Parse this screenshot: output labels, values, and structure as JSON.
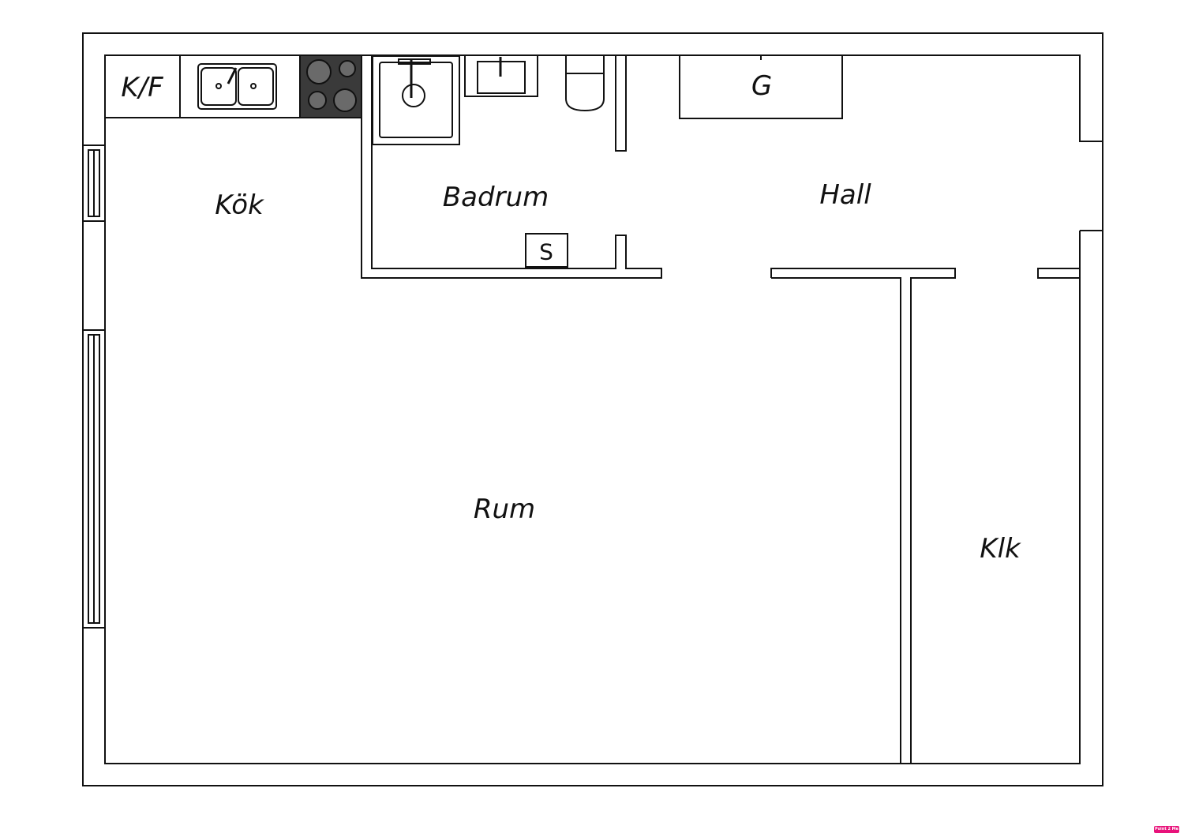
{
  "rooms": {
    "kf": "K/F",
    "kok": "Kök",
    "badrum": "Badrum",
    "s": "S",
    "g": "G",
    "hall": "Hall",
    "rum": "Rum",
    "klk": "Klk"
  },
  "logo": "Point 2 Me",
  "colors": {
    "stove": "#3a3a3a",
    "burner": "#6a6a6a",
    "logo": "#e8127a"
  }
}
